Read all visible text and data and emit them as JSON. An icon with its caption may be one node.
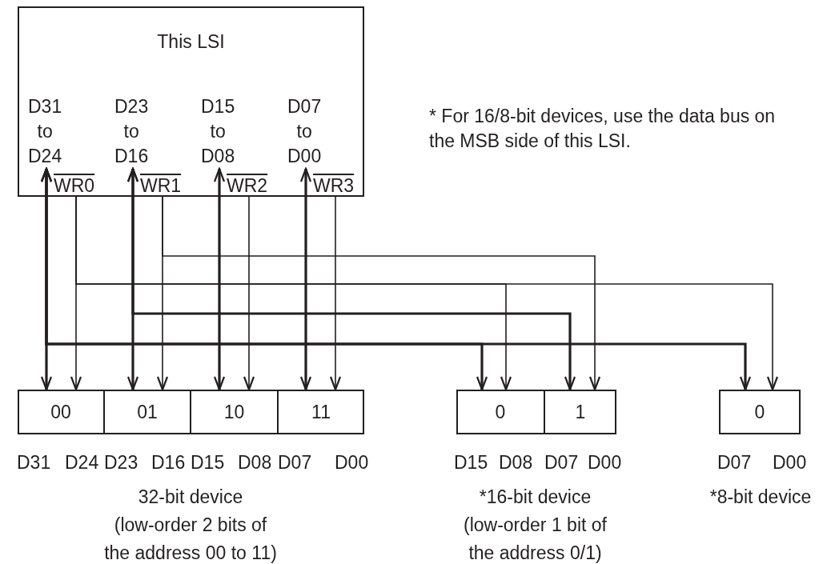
{
  "diagram": {
    "nodes": [
      {
        "text": [
          "This LSI"
        ]
      },
      {
        "text": [
          "D31 to D24"
        ],
        "in": 0
      },
      {
        "text": [
          "WR0"
        ],
        "in": 0
      },
      {
        "text": [
          "D23 to D16"
        ],
        "in": 0
      },
      {
        "text": [
          "WR1"
        ],
        "in": 0
      },
      {
        "text": [
          "D15 to D08"
        ],
        "in": 0
      },
      {
        "text": [
          "WR2"
        ],
        "in": 0
      },
      {
        "text": [
          "D07 to D00"
        ],
        "in": 0
      },
      {
        "text": [
          "WR3"
        ],
        "in": 0
      },
      {
        "text": [],
        "shape": "box",
        "beside": [
          "32-bit device (low-order 2 bits of the address 00 to 11)"
        ]
      },
      {
        "text": [
          "00"
        ],
        "in": 9,
        "beside": [
          "D31",
          "D24"
        ]
      },
      {
        "text": [
          "01"
        ],
        "in": 9,
        "beside": [
          "D23",
          "D16"
        ]
      },
      {
        "text": [
          "10"
        ],
        "in": 9,
        "beside": [
          "D15",
          "D08"
        ]
      },
      {
        "text": [
          "11"
        ],
        "in": 9,
        "beside": [
          "D07",
          "D00"
        ]
      },
      {
        "text": [],
        "shape": "box",
        "beside": [
          "*16-bit device (low-order 1 bit of the address 0/1)"
        ]
      },
      {
        "text": [
          "0"
        ],
        "in": 14,
        "beside": [
          "D15",
          "D08"
        ]
      },
      {
        "text": [
          "1"
        ],
        "in": 14,
        "beside": [
          "D07",
          "D00"
        ]
      },
      {
        "text": [
          "0"
        ],
        "beside": [
          "D07",
          "D00",
          "*8-bit device"
        ]
      }
    ],
    "edges": [
      {
        "from": 1,
        "to": 10,
        "arrow": "both",
        "style": "thick"
      },
      {
        "from": 2,
        "to": 10,
        "arrow": "to"
      },
      {
        "from": 3,
        "to": 11,
        "arrow": "both",
        "style": "thick"
      },
      {
        "from": 4,
        "to": 11,
        "arrow": "to"
      },
      {
        "from": 5,
        "to": 12,
        "arrow": "both",
        "style": "thick"
      },
      {
        "from": 6,
        "to": 12,
        "arrow": "to"
      },
      {
        "from": 7,
        "to": 13,
        "arrow": "both",
        "style": "thick"
      },
      {
        "from": 8,
        "to": 13,
        "arrow": "to"
      },
      {
        "from": 4,
        "to": 16,
        "arrow": "to"
      },
      {
        "from": 2,
        "to": 15,
        "arrow": "to"
      },
      {
        "from": 2,
        "to": 17,
        "arrow": "to"
      },
      {
        "from": 3,
        "to": 16,
        "arrow": "both",
        "style": "thick"
      },
      {
        "from": 1,
        "to": 15,
        "arrow": "both",
        "style": "thick"
      },
      {
        "from": 1,
        "to": 17,
        "arrow": "both",
        "style": "thick"
      }
    ],
    "labels": [
      "* For 16/8-bit devices, use the data bus on the MSB side of this LSI."
    ]
  }
}
